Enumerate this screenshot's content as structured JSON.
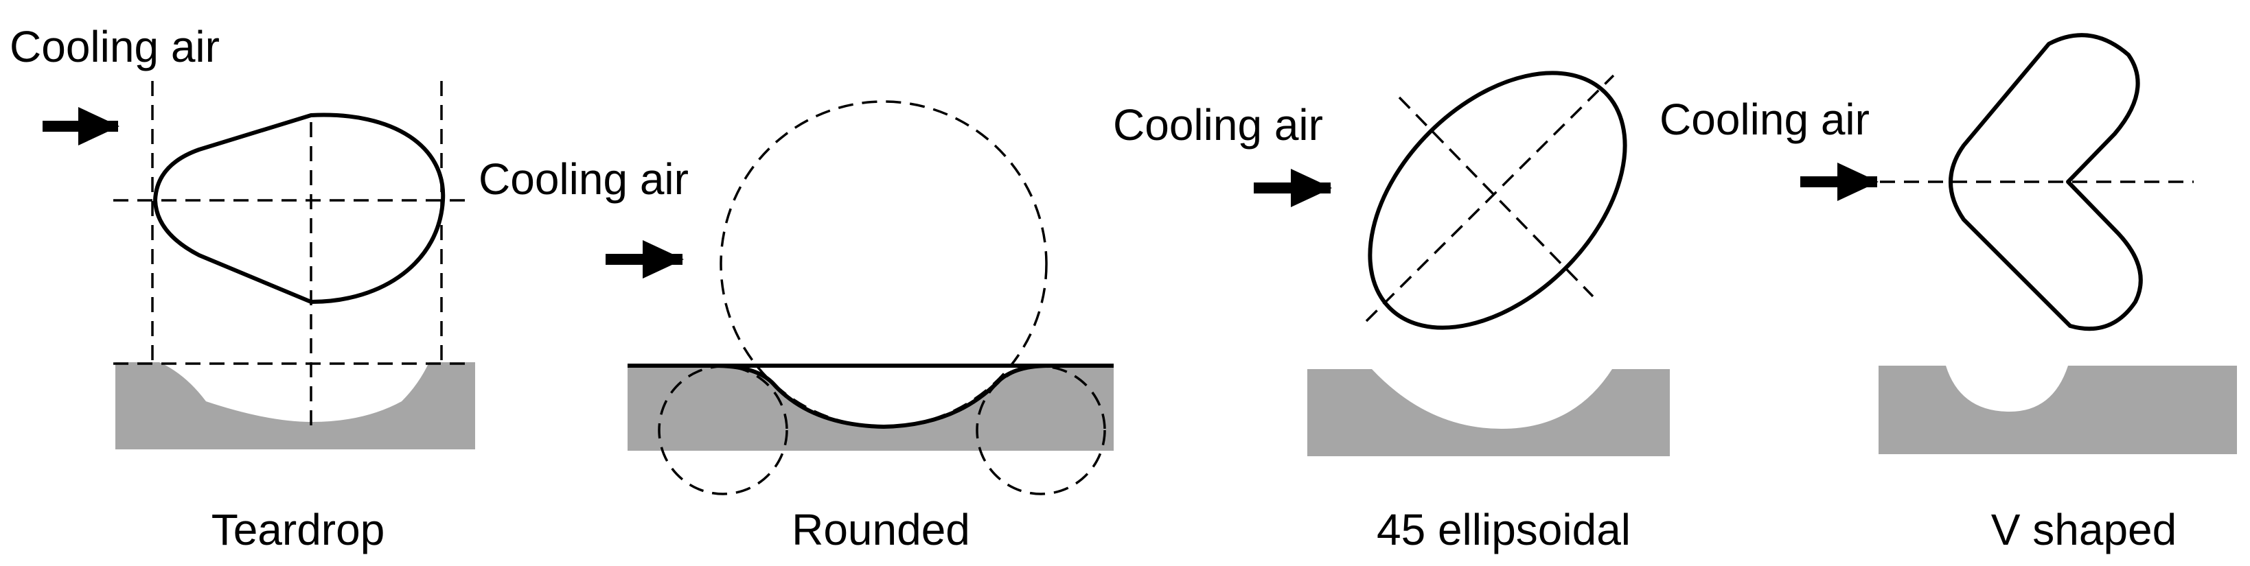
{
  "colors": {
    "substrate": "#a6a6a6",
    "stroke": "#000000",
    "background": "#ffffff"
  },
  "panels": [
    {
      "id": "teardrop",
      "flow_label": "Cooling air",
      "caption": "Teardrop"
    },
    {
      "id": "rounded",
      "flow_label": "Cooling air",
      "caption": "Rounded"
    },
    {
      "id": "ellipsoidal",
      "flow_label": "Cooling air",
      "caption": "45 ellipsoidal"
    },
    {
      "id": "v-shaped",
      "flow_label": "Cooling air",
      "caption": "V shaped"
    }
  ]
}
